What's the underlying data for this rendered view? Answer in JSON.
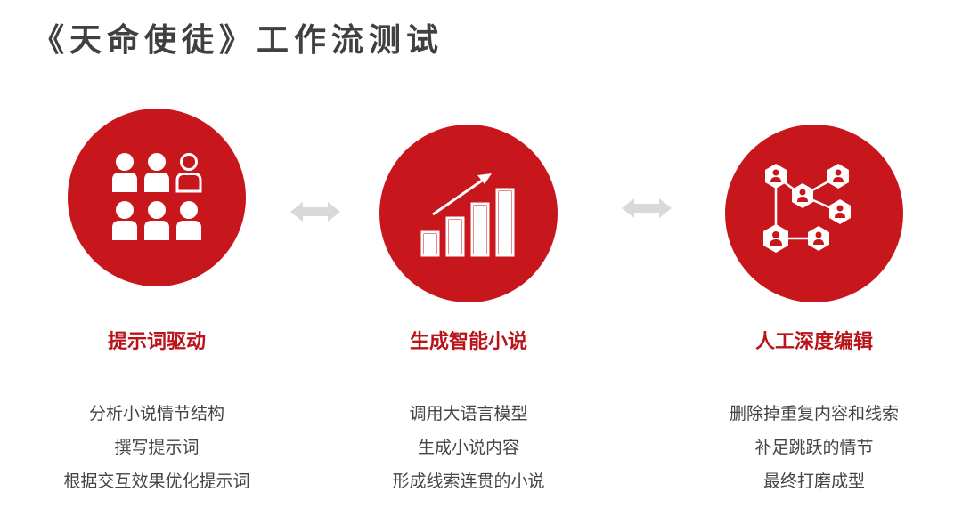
{
  "title": "《天命使徒》工作流测试",
  "steps": [
    {
      "icon": "people-group-icon",
      "title": "提示词驱动",
      "items": [
        "分析小说情节结构",
        "撰写提示词",
        "根据交互效果优化提示词"
      ]
    },
    {
      "icon": "growth-chart-icon",
      "title": "生成智能小说",
      "items": [
        "调用大语言模型",
        "生成小说内容",
        "形成线索连贯的小说"
      ]
    },
    {
      "icon": "network-icon",
      "title": "人工深度编辑",
      "items": [
        "删除掉重复内容和线索",
        "补足跳跃的情节",
        "最终打磨成型"
      ]
    }
  ],
  "connectors": [
    "double-arrow-icon",
    "double-arrow-icon"
  ],
  "colors": {
    "accent": "#c8161d",
    "title_text": "#404040",
    "step_title": "#b8141a",
    "body_text": "#444444",
    "arrow": "#d9d9d9"
  }
}
